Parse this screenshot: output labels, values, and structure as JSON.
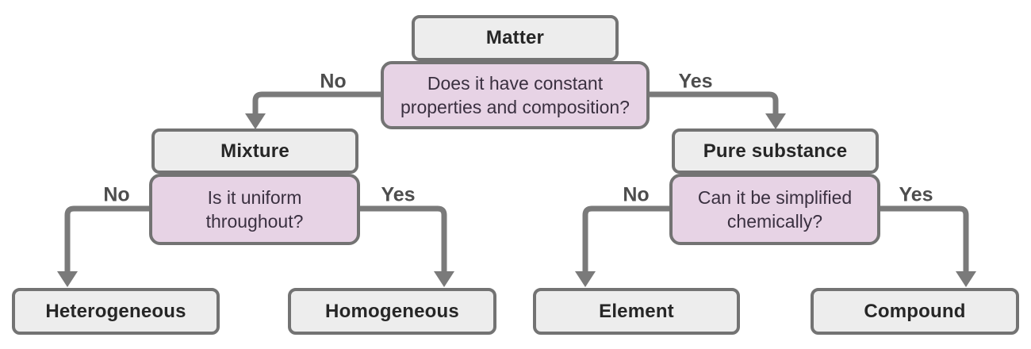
{
  "colors": {
    "background": "#ffffff",
    "gray_box_fill": "#ededed",
    "pink_box_fill": "#e7d3e5",
    "box_border": "#737373",
    "arrow": "#7a7a7a",
    "title_text": "#262626",
    "question_text": "#3a3040",
    "branch_text": "#4d4d4d"
  },
  "flowchart": {
    "nodes": {
      "matter": {
        "label": "Matter"
      },
      "matter_question": {
        "line1": "Does it have constant",
        "line2": "properties and composition?"
      },
      "mixture": {
        "label": "Mixture"
      },
      "mixture_question": {
        "line1": "Is it uniform",
        "line2": "throughout?"
      },
      "pure_substance": {
        "label": "Pure substance"
      },
      "pure_question": {
        "line1": "Can it be simplified",
        "line2": "chemically?"
      },
      "heterogeneous": {
        "label": "Heterogeneous"
      },
      "homogeneous": {
        "label": "Homogeneous"
      },
      "element": {
        "label": "Element"
      },
      "compound": {
        "label": "Compound"
      }
    },
    "branches": {
      "matter_no": {
        "label": "No"
      },
      "matter_yes": {
        "label": "Yes"
      },
      "mixture_no": {
        "label": "No"
      },
      "mixture_yes": {
        "label": "Yes"
      },
      "pure_no": {
        "label": "No"
      },
      "pure_yes": {
        "label": "Yes"
      }
    }
  }
}
